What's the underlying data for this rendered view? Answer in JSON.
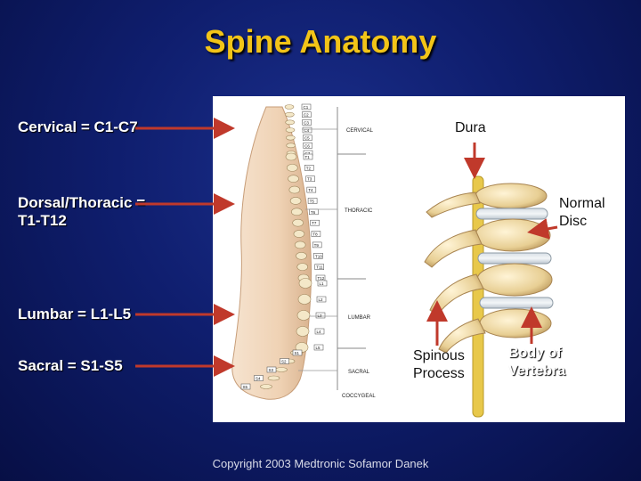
{
  "title": "Spine Anatomy",
  "regions": [
    {
      "label": "Cervical = C1-C7"
    },
    {
      "label_line1": "Dorsal/Thoracic =",
      "label_line2": "T1-T12"
    },
    {
      "label": "Lumbar = L1-L5"
    },
    {
      "label": "Sacral = S1-S5"
    }
  ],
  "side_labels": {
    "dura": "Dura",
    "normal_disc_line1": "Normal",
    "normal_disc_line2": "Disc",
    "spinous_line1": "Spinous",
    "spinous_line2": "Process",
    "body_line1": "Body of",
    "body_line2": "Vertebra"
  },
  "spine_sections": [
    "CERVICAL",
    "THORACIC",
    "LUMBAR",
    "SACRAL",
    "COCCYGEAL"
  ],
  "vertebra_tags": {
    "cervical": [
      "C1",
      "C2",
      "C3",
      "C4",
      "C5",
      "C6",
      "C7"
    ],
    "thoracic": [
      "T1",
      "T2",
      "T3",
      "T4",
      "T5",
      "T6",
      "T7",
      "T8",
      "T9",
      "T10",
      "T11",
      "T12"
    ],
    "lumbar": [
      "L1",
      "L2",
      "L3",
      "L4",
      "L5"
    ],
    "sacral": [
      "S1",
      "S2",
      "S3",
      "S4",
      "S5"
    ]
  },
  "copyright": "Copyright 2003 Medtronic Sofamor Danek",
  "colors": {
    "title": "#f2c418",
    "arrow": "#c0392b",
    "background": "#0f1e6e"
  }
}
